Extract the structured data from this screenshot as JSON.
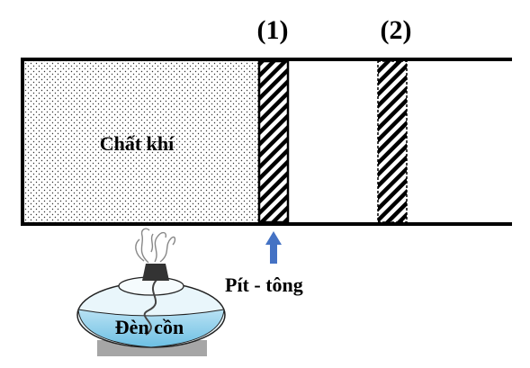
{
  "diagram": {
    "piston_position_1_label": "(1)",
    "piston_position_2_label": "(2)",
    "gas_label": "Chất khí",
    "piston_label": "Pít - tông",
    "lamp_label": "Đèn cồn"
  },
  "colors": {
    "cylinder_wall": "#000000",
    "piston_stripe": "#000000",
    "arrow": "#4472c4",
    "lamp_liquid": "#9fd3ec",
    "lamp_body": "#e9f6fb",
    "lamp_base": "#a6a6a6",
    "burner": "#333333"
  },
  "icons": {
    "arrow": "up-arrow-icon",
    "flame": "smoke-flame-icon"
  }
}
